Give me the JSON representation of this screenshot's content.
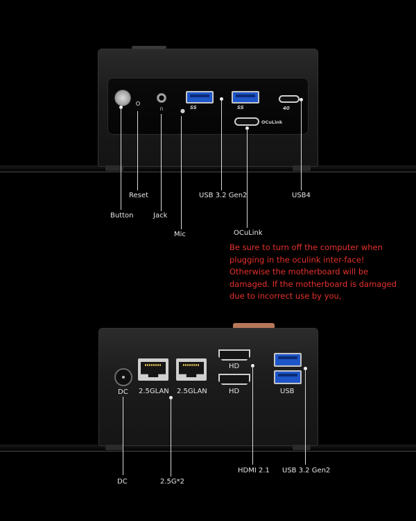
{
  "front": {
    "port_marks": {
      "usb_ss": "SS",
      "usbc_mark": "40",
      "oculink_mark": "OCuLink"
    },
    "callouts": {
      "reset": "Reset",
      "button": "Button",
      "jack": "Jack",
      "mic": "Mic",
      "usb": "USB 3.2 Gen2",
      "usb4": "USB4",
      "oculink": "OCuLink"
    }
  },
  "warning": "Be sure to turn off the computer when plugging in the oculink inter-face! Otherwise the motherboard will be damaged. If the motherboard is damaged due to incorrect use by you,",
  "back": {
    "port_labels": {
      "dc": "DC",
      "lan1": "2.5GLAN",
      "lan2": "2.5GLAN",
      "hd1": "HD",
      "hd2": "HD",
      "usb": "USB"
    },
    "callouts": {
      "dc": "DC",
      "lan": "2.5G*2",
      "hdmi": "HDMI 2.1",
      "usb": "USB 3.2 Gen2"
    }
  },
  "colors": {
    "warning": "#e5312b",
    "usb_blue": "#1e56c9",
    "accent_copper": "#b8785a"
  }
}
